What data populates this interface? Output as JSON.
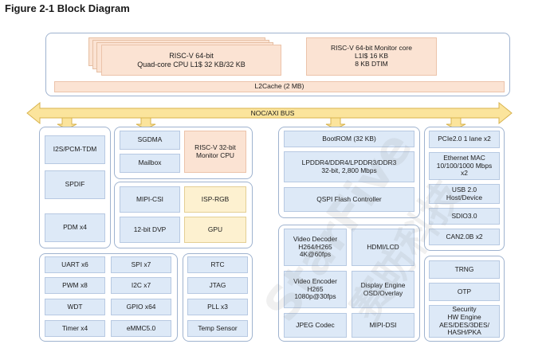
{
  "figure_title": "Figure 2-1 Block Diagram",
  "bus_label": "NOC/AXI BUS",
  "watermark": {
    "latin": "StarFive",
    "cjk": "赛昉科技"
  },
  "colors": {
    "blue_block": "#dde9f7",
    "peach_block": "#fbe3d3",
    "yellow_block": "#fdf1d0",
    "bus": "#fbe49c",
    "group_border": "#9fb3cf"
  },
  "cpu": {
    "quad_core": "RISC-V 64-bit\nQuad-core CPU L1$ 32 KB/32 KB",
    "monitor_core": "RISC-V 64-bit Monitor core\nL1I$ 16 KB\n8 KB DTIM",
    "l2cache": "L2Cache (2 MB)"
  },
  "audio": {
    "items": [
      "I2S/PCM-TDM",
      "SPDIF",
      "PDM x4"
    ]
  },
  "dma": {
    "sgdma": "SGDMA",
    "mailbox": "Mailbox",
    "monitor_cpu": "RISC-V 32-bit\nMonitor CPU"
  },
  "camera": {
    "mipi_csi": "MIPI-CSI",
    "isp": "ISP-RGB",
    "dvp": "12-bit DVP",
    "gpu": "GPU"
  },
  "memory": {
    "bootrom": "BootROM (32 KB)",
    "lpddr": "LPDDR4/DDR4/LPDDR3/DDR3\n32-bit, 2,800 Mbps",
    "qspi": "QSPI Flash Controller"
  },
  "hsio": {
    "items": [
      "PCIe2.0 1 lane x2",
      "Ethernet MAC\n10/100/1000 Mbps\nx2",
      "USB 2.0\nHost/Device",
      "SDIO3.0",
      "CAN2.0B x2"
    ]
  },
  "peripherals": {
    "items": [
      "UART x6",
      "SPI x7",
      "PWM x8",
      "I2C x7",
      "WDT",
      "GPIO x64",
      "Timer x4",
      "eMMC5.0"
    ]
  },
  "system": {
    "items": [
      "RTC",
      "JTAG",
      "PLL x3",
      "Temp Sensor"
    ]
  },
  "multimedia": {
    "items": [
      "Video Decoder\nH264/H265\n4K@60fps",
      "HDMI/LCD",
      "Video Encoder\nH265\n1080p@30fps",
      "Display Engine\nOSD/Overlay",
      "JPEG Codec",
      "MIPI-DSI"
    ]
  },
  "security": {
    "items": [
      "TRNG",
      "OTP",
      "Security\nHW Engine\nAES/DES/3DES/\nHASH/PKA"
    ]
  }
}
